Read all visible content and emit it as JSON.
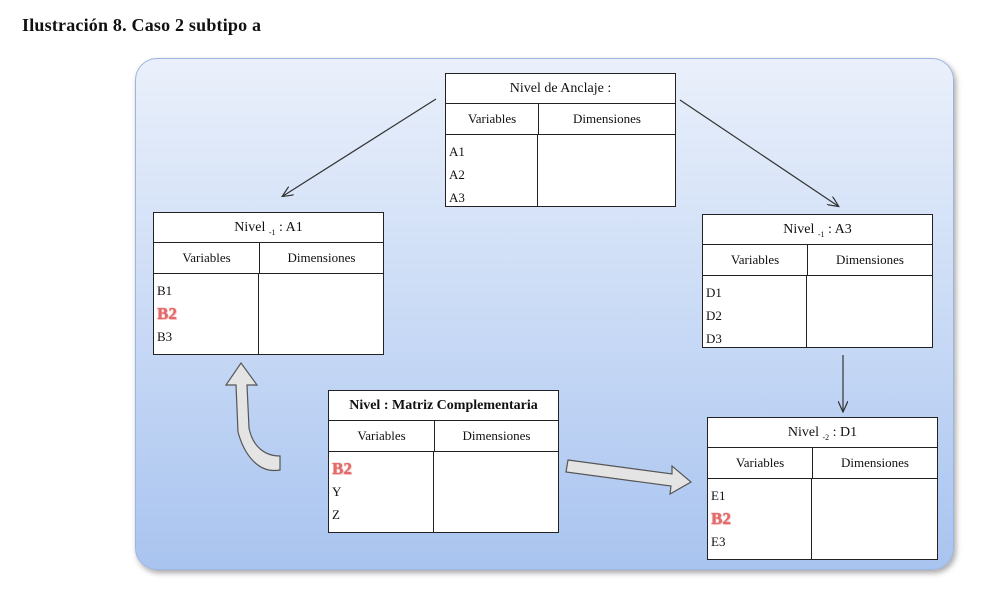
{
  "caption": "Ilustración 8. Caso 2 subtipo a",
  "tables": {
    "anchor": {
      "title": "Nivel de Anclaje :",
      "col1": "Variables",
      "col2": "Dimensiones",
      "rows": [
        "A1",
        "A2",
        "A3"
      ]
    },
    "left": {
      "title_prefix": "Nivel",
      "title_sub": "-1",
      "title_suffix": ":  A1",
      "col1": "Variables",
      "col2": "Dimensiones",
      "rows": [
        "B1",
        "B2",
        "B3"
      ]
    },
    "right": {
      "title_prefix": "Nivel",
      "title_sub": "-1",
      "title_suffix": ": A3",
      "col1": "Variables",
      "col2": "Dimensiones",
      "rows": [
        "D1",
        "D2",
        "D3"
      ]
    },
    "matrix": {
      "title": "Nivel  : Matriz Complementaria",
      "col1": "Variables",
      "col2": "Dimensiones",
      "rows": [
        "B2",
        "Y",
        "Z"
      ]
    },
    "bottom_right": {
      "title_prefix": "Nivel",
      "title_sub": "-2",
      "title_suffix": ":  D1",
      "col1": "Variables",
      "col2": "Dimensiones",
      "rows": [
        "E1",
        "B2",
        "E3"
      ]
    }
  },
  "colors": {
    "highlight": "#e76a6a",
    "panel_top": "#eaf0fb",
    "panel_bottom": "#a9c4f0",
    "arrow_fill": "#e4e4e4"
  }
}
